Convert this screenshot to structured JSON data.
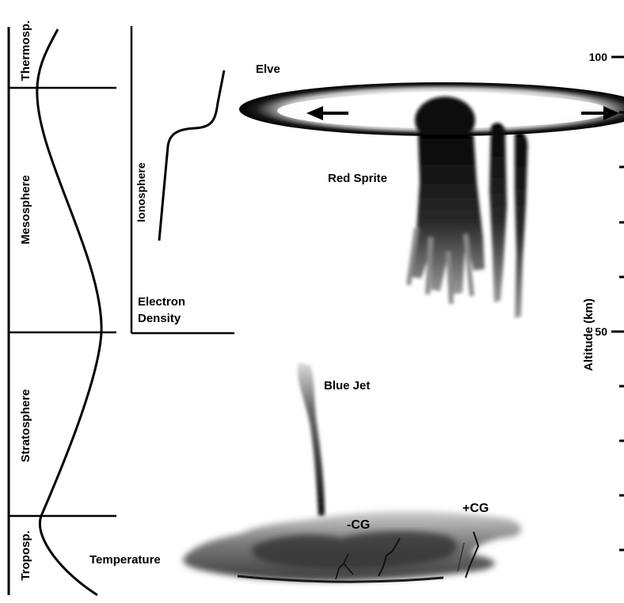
{
  "layers": {
    "thermosphere": "Thermosp.",
    "mesosphere": "Mesosphere",
    "stratosphere": "Stratosphere",
    "troposphere": "Troposp."
  },
  "temperature_label": "Temperature",
  "ionosphere_label": "Ionosphere",
  "electron_density_label": [
    "Electron",
    "Density"
  ],
  "phenomena": {
    "elve": "Elve",
    "red_sprite": "Red Sprite",
    "blue_jet": "Blue Jet",
    "negative_cg": "-CG",
    "positive_cg": "+CG"
  },
  "altitude_axis": {
    "label": "Altitude (km)",
    "tick_labels": [
      "100",
      "50"
    ],
    "unit": "km"
  },
  "colors": {
    "ink": "#000000",
    "background": "#ffffff",
    "cloud_gray": "#7a7a7a"
  }
}
